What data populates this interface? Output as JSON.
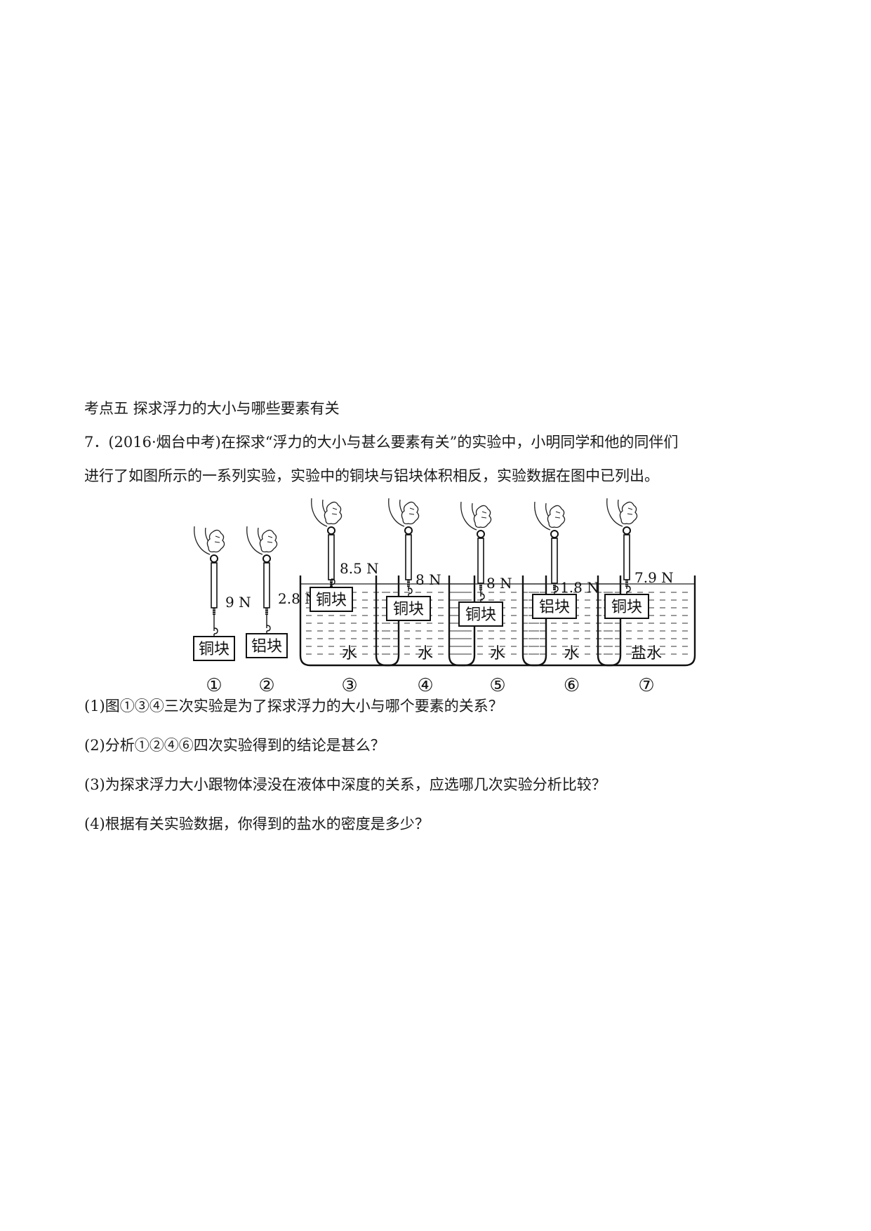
{
  "section_title": "考点五  探求浮力的大小与哪些要素有关",
  "question": {
    "line1": "7．(2016·烟台中考)在探求“浮力的大小与甚么要素有关”的实验中，小明同学和他的同伴们",
    "line2": "进行了如图所示的一系列实验，实验中的铜块与铝块体积相反，实验数据在图中已列出。"
  },
  "figure": {
    "experiments": [
      {
        "number": "①",
        "reading": "9 N",
        "block": "铜块",
        "liquid": ""
      },
      {
        "number": "②",
        "reading": "2.8 N",
        "block": "铝块",
        "liquid": ""
      },
      {
        "number": "③",
        "reading": "8.5 N",
        "block": "铜块",
        "liquid": "水"
      },
      {
        "number": "④",
        "reading": "8 N",
        "block": "铜块",
        "liquid": "水"
      },
      {
        "number": "⑤",
        "reading": "8 N",
        "block": "铜块",
        "liquid": "水"
      },
      {
        "number": "⑥",
        "reading": "1.8 N",
        "block": "铝块",
        "liquid": "水"
      },
      {
        "number": "⑦",
        "reading": "7.9 N",
        "block": "铜块",
        "liquid": "盐水"
      }
    ]
  },
  "sub_questions": [
    "(1)图①③④三次实验是为了探求浮力的大小与哪个要素的关系？",
    "(2)分析①②④⑥四次实验得到的结论是甚么？",
    "(3)为探求浮力大小跟物体浸没在液体中深度的关系，应选哪几次实验分析比较？",
    "(4)根据有关实验数据，你得到的盐水的密度是多少？"
  ]
}
